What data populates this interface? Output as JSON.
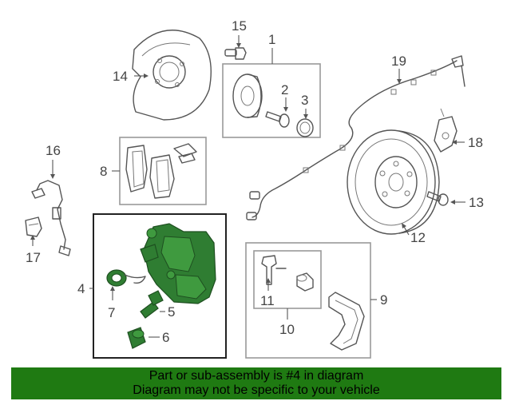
{
  "callouts": {
    "c1": "1",
    "c2": "2",
    "c3": "3",
    "c4": "4",
    "c5": "5",
    "c6": "6",
    "c7": "7",
    "c8": "8",
    "c9": "9",
    "c10": "10",
    "c11": "11",
    "c12": "12",
    "c13": "13",
    "c14": "14",
    "c15": "15",
    "c16": "16",
    "c17": "17",
    "c18": "18",
    "c19": "19"
  },
  "footer": {
    "line1": "Part or sub-assembly is #4 in diagram",
    "line2": "Diagram may not be specific to your vehicle"
  },
  "colors": {
    "highlight": "#2f7d32",
    "footer_bg": "#1f7a12",
    "line": "#555555"
  }
}
